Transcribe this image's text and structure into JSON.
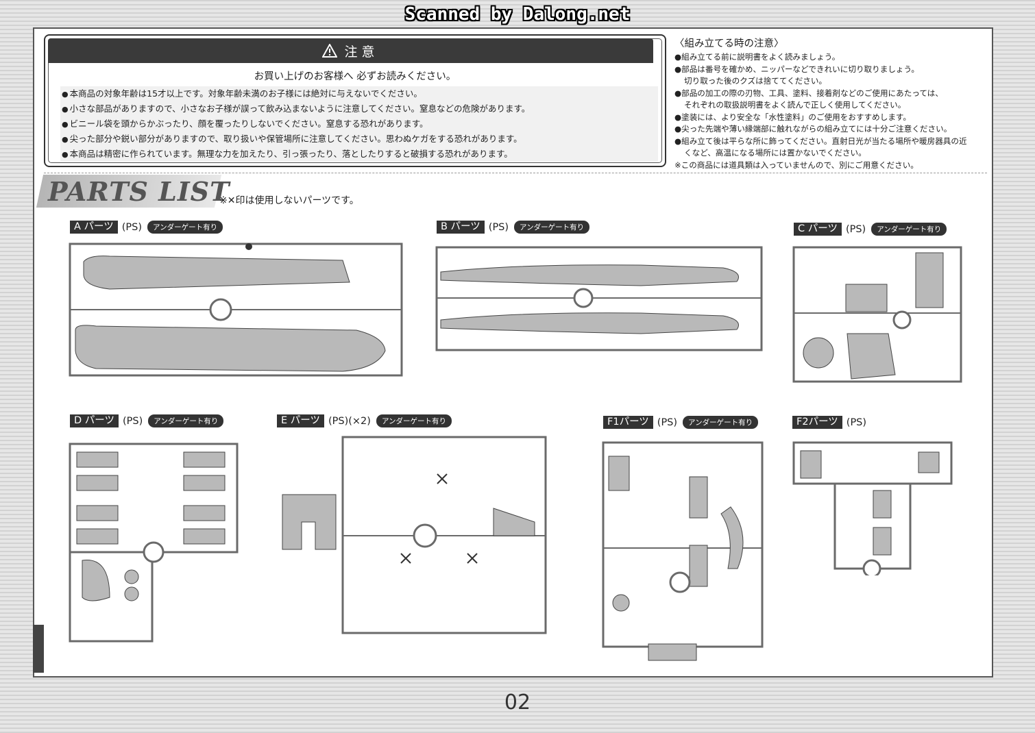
{
  "scan_credit": "Scanned by Dalong.net",
  "notice": {
    "header": "注意",
    "subtitle": "お買い上げのお客様へ 必ずお読みください。",
    "items": [
      "本商品の対象年齢は15才以上です。対象年齢未満のお子様には絶対に与えないでください。",
      "小さな部品がありますので、小さなお子様が誤って飲み込まないように注意してください。窒息などの危険があります。",
      "ビニール袋を頭からかぶったり、顔を覆ったりしないでください。窒息する恐れがあります。",
      "尖った部分や鋭い部分がありますので、取り扱いや保管場所に注意してください。思わぬケガをする恐れがあります。",
      "本商品は精密に作られています。無理な力を加えたり、引っ張ったり、落としたりすると破損する恐れがあります。"
    ]
  },
  "assembly": {
    "title": "〈組み立てる時の注意〉",
    "lines": [
      "●組み立てる前に説明書をよく読みましょう。",
      "●部品は番号を確かめ、ニッパーなどできれいに切り取りましょう。",
      "切り取った後のクズは捨ててください。",
      "●部品の加工の際の刃物、工具、塗料、接着剤などのご使用にあたっては、",
      "それぞれの取扱説明書をよく読んで正しく使用してください。",
      "●塗装には、より安全な「水性塗料」のご使用をおすすめします。",
      "●尖った先端や薄い縁端部に触れながらの組み立てには十分ご注意ください。",
      "●組み立て後は平らな所に飾ってください。直射日光が当たる場所や暖房器具の近",
      "くなど、高温になる場所には置かないでください。",
      "※この商品には道具類は入っていませんので、別にご用意ください。"
    ]
  },
  "parts_list": {
    "title": "PARTS LIST",
    "note": "※✕印は使用しないパーツです。",
    "ps": "(PS)",
    "badge": "アンダーゲート有り",
    "sections": {
      "a": "A パーツ",
      "b": "B パーツ",
      "c": "C パーツ",
      "d": "D パーツ",
      "e": "E パーツ",
      "e_qty": "(PS)(×2)",
      "f1": "F1パーツ",
      "f2": "F2パーツ"
    }
  },
  "page_number": "02",
  "colors": {
    "frame": "#555555",
    "header_bg": "#3a3a3a",
    "part_fill": "#b9b9b9",
    "sprue": "#6a6a6a"
  }
}
